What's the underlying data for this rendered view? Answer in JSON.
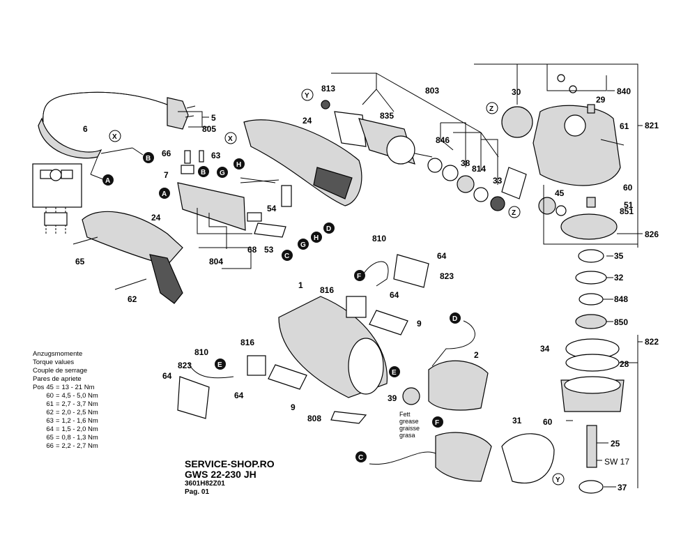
{
  "footer": {
    "shop": "SERVICE-SHOP.RO",
    "model": "GWS 22-230 JH",
    "part_number": "3601H82Z01",
    "page": "Pag. 01"
  },
  "torque": {
    "title_lines": [
      "Anzugsmomente",
      "Torque values",
      "Couple de serrage",
      "Pares de apriete"
    ],
    "header": "Pos",
    "rows": [
      {
        "pos": "45",
        "eq": "=",
        "value": "13 - 21 Nm"
      },
      {
        "pos": "60",
        "eq": "=",
        "value": "4,5 - 5,0 Nm"
      },
      {
        "pos": "61",
        "eq": "=",
        "value": "2,7 - 3,7 Nm"
      },
      {
        "pos": "62",
        "eq": "=",
        "value": "2,0 - 2,5 Nm"
      },
      {
        "pos": "63",
        "eq": "=",
        "value": "1,2 - 1,6 Nm"
      },
      {
        "pos": "64",
        "eq": "=",
        "value": "1,5 - 2,0 Nm"
      },
      {
        "pos": "65",
        "eq": "=",
        "value": "0,8 - 1,3 Nm"
      },
      {
        "pos": "66",
        "eq": "=",
        "value": "2,2 - 2,7 Nm"
      }
    ]
  },
  "grease_note": [
    "Fett",
    "grease",
    "graisse",
    "grasa"
  ],
  "wrench_note": "SW 17",
  "part_labels": {
    "p1": "1",
    "p2": "2",
    "p5": "5",
    "p6": "6",
    "p7": "7",
    "p9a": "9",
    "p9b": "9",
    "p24a": "24",
    "p24b": "24",
    "p25": "25",
    "p28": "28",
    "p29": "29",
    "p30": "30",
    "p31": "31",
    "p32": "32",
    "p33": "33",
    "p34": "34",
    "p35": "35",
    "p37": "37",
    "p38": "38",
    "p39": "39",
    "p45": "45",
    "p51": "51",
    "p53": "53",
    "p54": "54",
    "p60a": "60",
    "p60b": "60",
    "p61": "61",
    "p62": "62",
    "p63": "63",
    "p64a": "64",
    "p64b": "64",
    "p64c": "64",
    "p64d": "64",
    "p65": "65",
    "p66": "66",
    "p68": "68",
    "p803": "803",
    "p804": "804",
    "p805": "805",
    "p808": "808",
    "p810a": "810",
    "p810b": "810",
    "p813": "813",
    "p814": "814",
    "p816a": "816",
    "p816b": "816",
    "p821": "821",
    "p822": "822",
    "p823a": "823",
    "p823b": "823",
    "p826": "826",
    "p835": "835",
    "p840": "840",
    "p846": "846",
    "p848": "848",
    "p850": "850",
    "p851": "851"
  },
  "connector_letters": {
    "A1": "A",
    "A2": "A",
    "B1": "B",
    "B2": "B",
    "C1": "C",
    "C2": "C",
    "D1": "D",
    "D2": "D",
    "E1": "E",
    "E2": "E",
    "F1": "F",
    "F2": "F",
    "G1": "G",
    "G2": "G",
    "H1": "H",
    "H2": "H",
    "X1": "X",
    "X2": "X",
    "Y1": "Y",
    "Y2": "Y",
    "Z1": "Z",
    "Z2": "Z"
  }
}
